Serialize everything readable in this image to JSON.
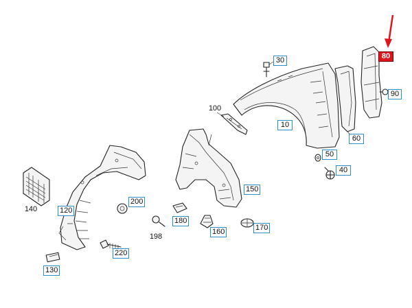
{
  "accent_colors": {
    "label_border": "#2a8fc6",
    "highlight": "#e0141c",
    "arrow": "#e0141c"
  },
  "callouts": {
    "c10": "10",
    "c30": "30",
    "c40": "40",
    "c50": "50",
    "c60": "60",
    "c80": "80",
    "c90": "90",
    "c100": "100",
    "c120": "120",
    "c130": "130",
    "c140": "140",
    "c150": "150",
    "c160": "160",
    "c170": "170",
    "c180": "180",
    "c198": "198",
    "c200": "200",
    "c220": "220"
  },
  "highlighted_part": "80",
  "pointer_icon": "red-arrow-icon"
}
